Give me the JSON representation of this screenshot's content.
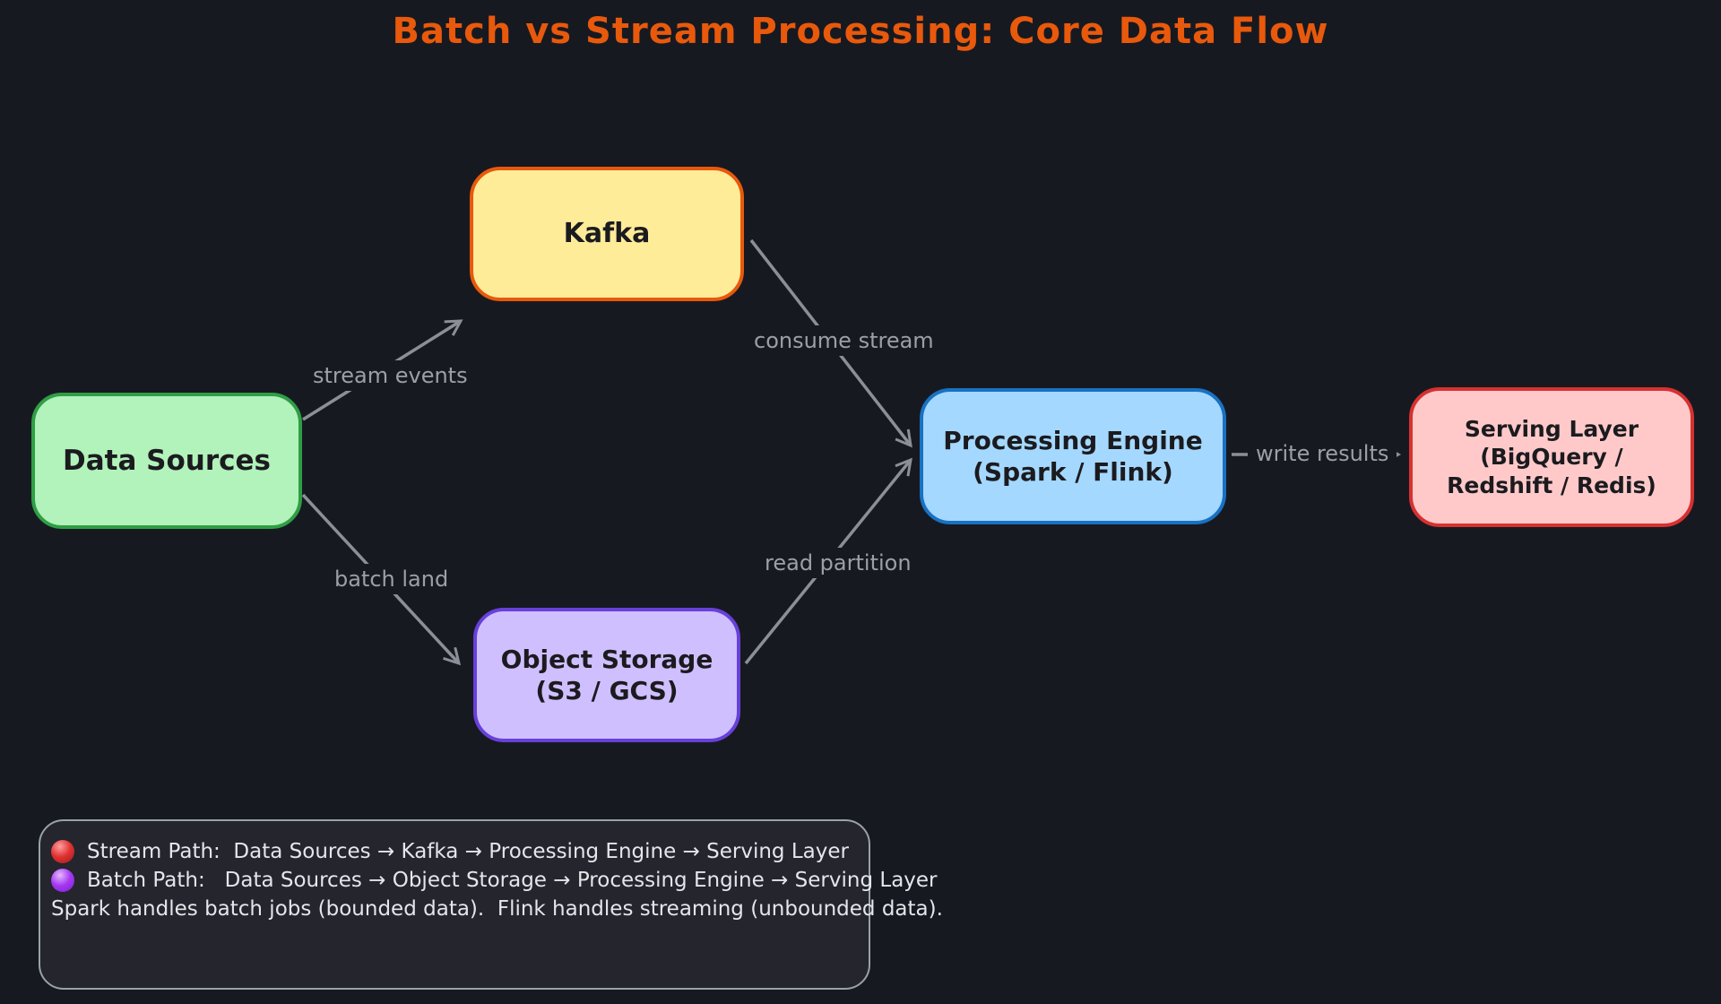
{
  "title": "Batch vs Stream Processing: Core Data Flow",
  "colors": {
    "background": "#171921",
    "title": "#e8590c",
    "arrow": "#8a8f98",
    "legend_panel": "#24252d",
    "legend_border": "#9aa1ab",
    "legend_text": "#e4e6ea"
  },
  "nodes": [
    {
      "id": "data-sources",
      "label": "Data Sources",
      "sublabel": "",
      "fill": "#b2f2bb",
      "border": "#2f9e44"
    },
    {
      "id": "kafka",
      "label": "Kafka",
      "sublabel": "",
      "fill": "#ffec99",
      "border": "#e8590c"
    },
    {
      "id": "object-storage",
      "label": "Object Storage",
      "sublabel": "(S3 / GCS)",
      "fill": "#d0bfff",
      "border": "#6741d9"
    },
    {
      "id": "processing-engine",
      "label": "Processing Engine",
      "sublabel": "(Spark / Flink)",
      "fill": "#a5d8ff",
      "border": "#1971c2"
    },
    {
      "id": "serving-layer",
      "label": "Serving Layer",
      "sublabel": "(BigQuery / Redshift / Redis)",
      "fill": "#ffc9c9",
      "border": "#d63131"
    }
  ],
  "edges": [
    {
      "id": "stream-events",
      "from": "data-sources",
      "to": "kafka",
      "label": "stream events"
    },
    {
      "id": "batch-land",
      "from": "data-sources",
      "to": "object-storage",
      "label": "batch land"
    },
    {
      "id": "consume-stream",
      "from": "kafka",
      "to": "processing-engine",
      "label": "consume stream"
    },
    {
      "id": "read-partition",
      "from": "object-storage",
      "to": "processing-engine",
      "label": "read partition"
    },
    {
      "id": "write-results",
      "from": "processing-engine",
      "to": "serving-layer",
      "label": "write results"
    }
  ],
  "legend": {
    "items": [
      {
        "dot": "red-circle",
        "dot_color": "#e03131",
        "text": "Stream Path:  Data Sources → Kafka → Processing Engine → Serving Layer"
      },
      {
        "dot": "purple-circle",
        "dot_color": "#a438f2",
        "text": "Batch Path:   Data Sources → Object Storage → Processing Engine → Serving Layer"
      }
    ],
    "note": "Spark handles batch jobs (bounded data).  Flink handles streaming (unbounded data)."
  }
}
